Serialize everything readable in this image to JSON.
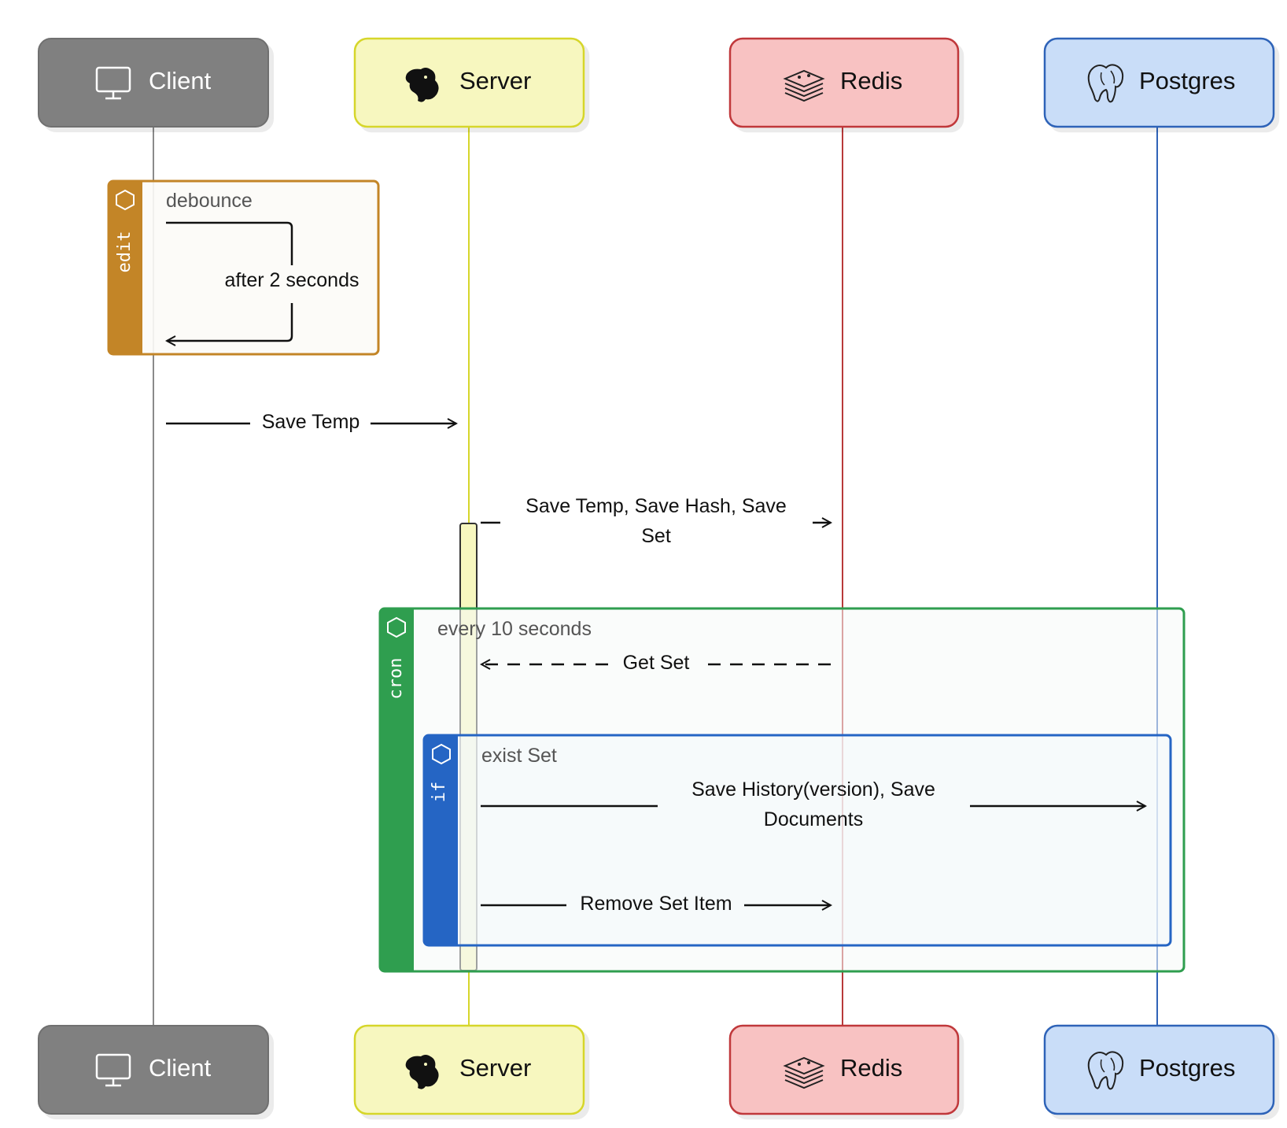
{
  "participants": [
    {
      "id": "client",
      "label": "Client",
      "icon": "monitor-icon",
      "fill": "#808080",
      "stroke": "#707070",
      "text_color": "#ffffff",
      "line_color": "#8a8a8a"
    },
    {
      "id": "server",
      "label": "Server",
      "icon": "nestjs-logo-icon",
      "fill": "#f7f7bf",
      "stroke": "#d6d62a",
      "text_color": "#111111",
      "line_color": "#d6d62a"
    },
    {
      "id": "redis",
      "label": "Redis",
      "icon": "redis-logo-icon",
      "fill": "#f8c2c2",
      "stroke": "#c0393b",
      "text_color": "#111111",
      "line_color": "#b83a3a"
    },
    {
      "id": "postgres",
      "label": "Postgres",
      "icon": "postgres-logo-icon",
      "fill": "#c9ddf8",
      "stroke": "#2f63b8",
      "text_color": "#111111",
      "line_color": "#2f63b8"
    }
  ],
  "fragments": {
    "edit": {
      "tag": "edit",
      "condition": "debounce",
      "color": "#c38527"
    },
    "cron": {
      "tag": "cron",
      "condition": "every 10 seconds",
      "color": "#2f9e4f"
    },
    "if": {
      "tag": "if",
      "condition": "exist Set",
      "color": "#2565c4"
    }
  },
  "messages": {
    "self_loop": "after 2 seconds",
    "save_temp": "Save Temp",
    "save_temp_hash_set": {
      "line1": "Save Temp, Save Hash, Save",
      "line2": "Set"
    },
    "get_set": "Get Set",
    "save_history": {
      "line1": "Save History(version), Save",
      "line2": "Documents"
    },
    "remove_set_item": "Remove Set Item"
  }
}
